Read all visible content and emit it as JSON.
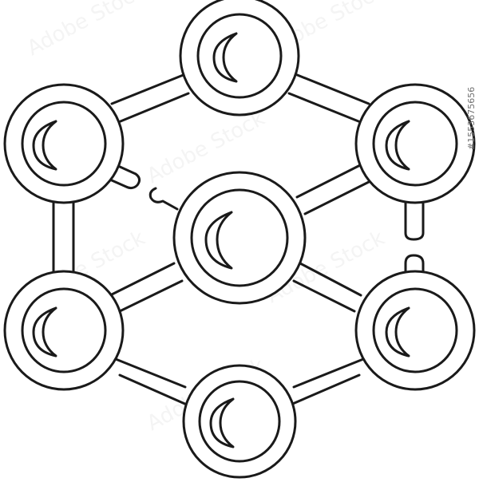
{
  "illustration": {
    "subject": "molecule-structure-icon",
    "stroke_color": "#1a1a1a",
    "background": "#ffffff",
    "node_count": 7,
    "nodes": [
      {
        "name": "node-top",
        "glyph": "C"
      },
      {
        "name": "node-upper-left",
        "glyph": "C"
      },
      {
        "name": "node-upper-right",
        "glyph": "C"
      },
      {
        "name": "node-center",
        "glyph": "C"
      },
      {
        "name": "node-lower-left",
        "glyph": "C"
      },
      {
        "name": "node-lower-right",
        "glyph": "C"
      },
      {
        "name": "node-bottom",
        "glyph": "C"
      }
    ]
  },
  "watermark": {
    "brand": "Adobe Stock",
    "image_number": "#1553675656"
  }
}
